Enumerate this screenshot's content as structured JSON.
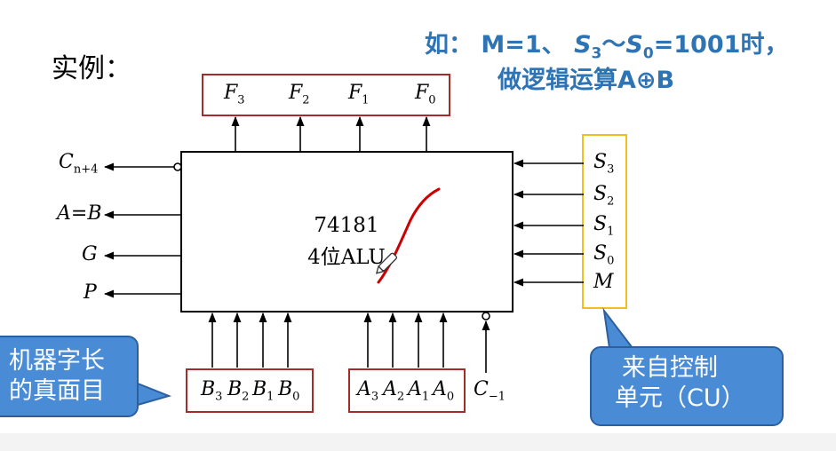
{
  "heading": "实例：",
  "note": {
    "line1_prefix": "如：",
    "line1_m": "M=1、",
    "s3": "S",
    "s3_sub": "3",
    "tilde": "～",
    "s0": "S",
    "s0_sub": "0",
    "line1_value": "=1001时，",
    "line2": "做逻辑运算A⊕B"
  },
  "chip": {
    "line1": "74181",
    "line2": "4位ALU"
  },
  "outputs_top": [
    {
      "name": "F",
      "sub": "3"
    },
    {
      "name": "F",
      "sub": "2"
    },
    {
      "name": "F",
      "sub": "1"
    },
    {
      "name": "F",
      "sub": "0"
    }
  ],
  "outputs_left": [
    {
      "name": "C",
      "sub": "n+4"
    },
    {
      "name": "A=B",
      "sub": ""
    },
    {
      "name": "G",
      "sub": ""
    },
    {
      "name": "P",
      "sub": ""
    }
  ],
  "inputs_right": [
    {
      "name": "S",
      "sub": "3"
    },
    {
      "name": "S",
      "sub": "2"
    },
    {
      "name": "S",
      "sub": "1"
    },
    {
      "name": "S",
      "sub": "0"
    },
    {
      "name": "M",
      "sub": ""
    }
  ],
  "inputs_b": [
    {
      "name": "B",
      "sub": "3"
    },
    {
      "name": "B",
      "sub": "2"
    },
    {
      "name": "B",
      "sub": "1"
    },
    {
      "name": "B",
      "sub": "0"
    }
  ],
  "inputs_a": [
    {
      "name": "A",
      "sub": "3"
    },
    {
      "name": "A",
      "sub": "2"
    },
    {
      "name": "A",
      "sub": "1"
    },
    {
      "name": "A",
      "sub": "0"
    }
  ],
  "carry_in": {
    "name": "C",
    "sub": "−1"
  },
  "callout_left": {
    "line1": "机器字长",
    "line2": "的真面目"
  },
  "callout_right": {
    "line1": "来自控制",
    "line2": "单元（CU）"
  },
  "colors": {
    "note_blue": "#2e74b5",
    "highlight_red": "#a52a2a",
    "highlight_yellow": "#f0c020",
    "callout_blue": "#4a8bd6",
    "ink_red": "#cc0000"
  }
}
